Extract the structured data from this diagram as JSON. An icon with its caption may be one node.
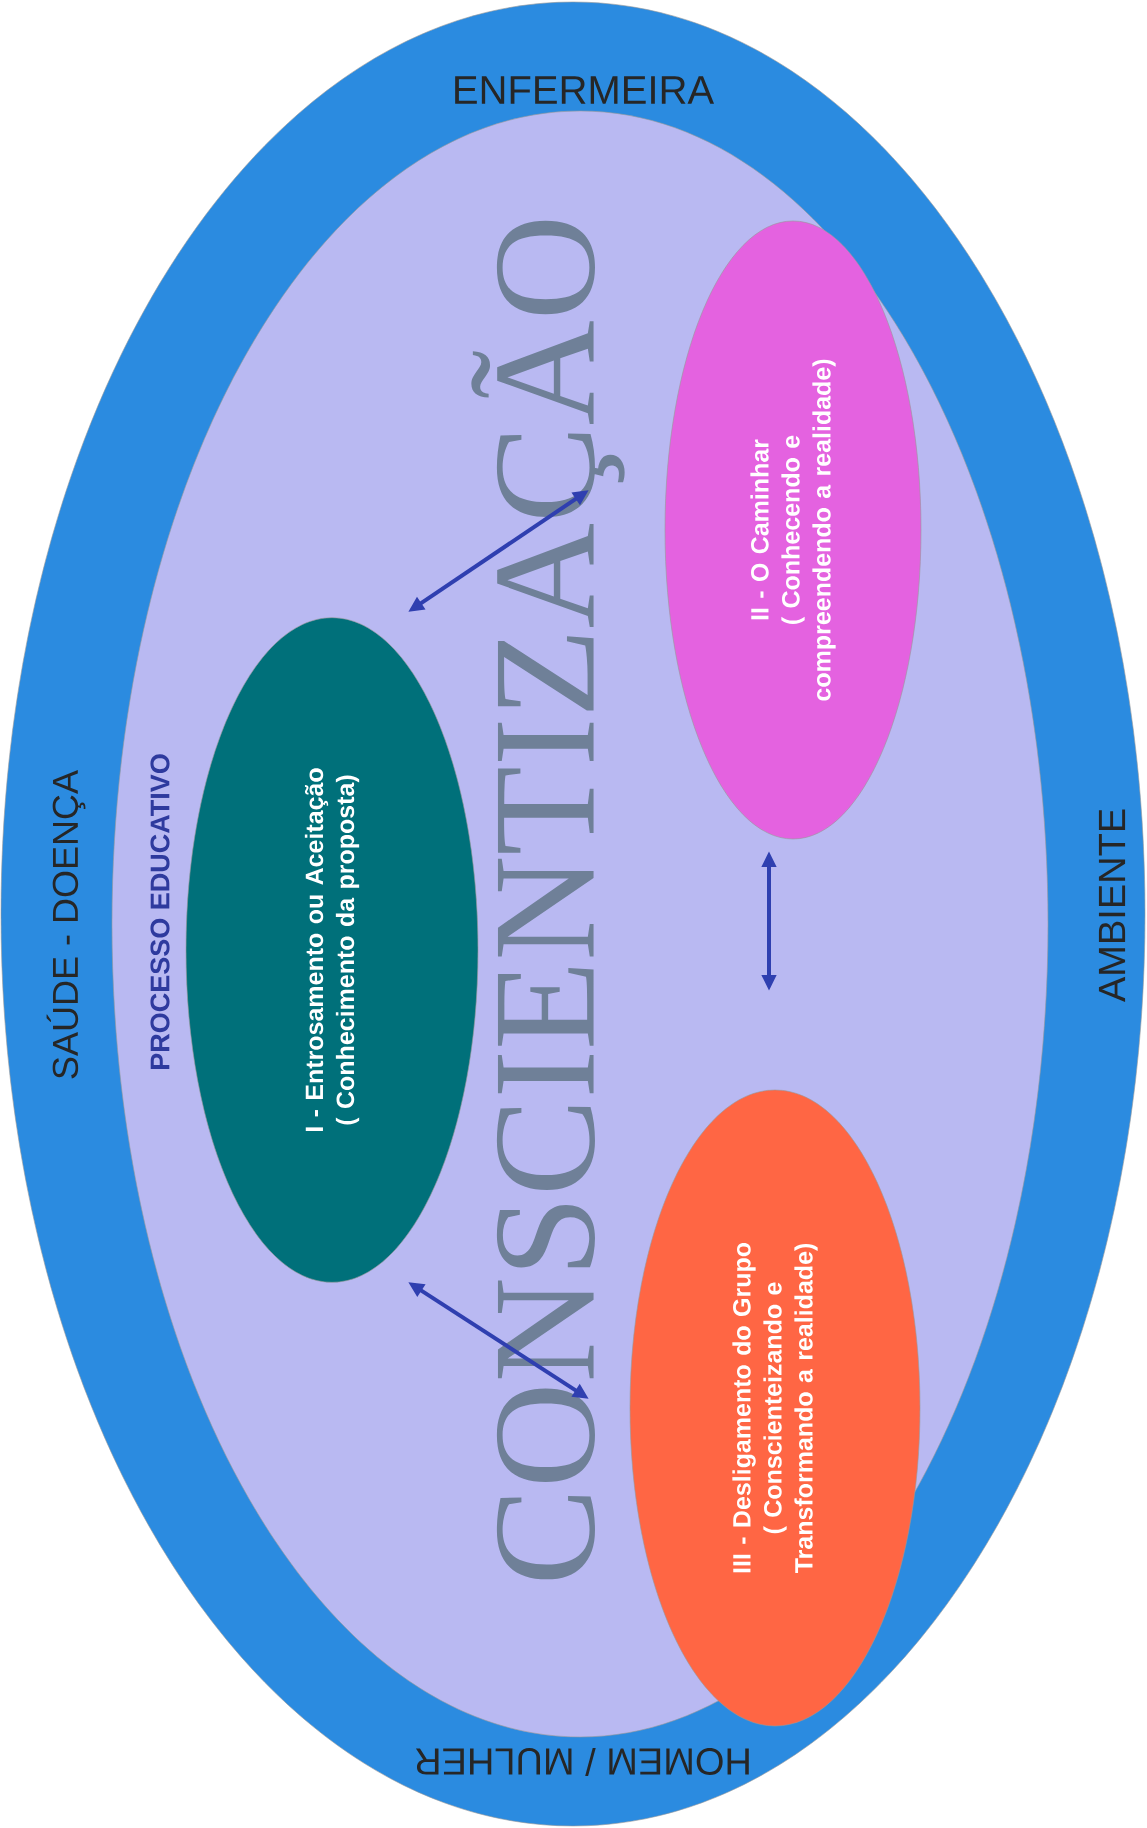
{
  "diagram": {
    "nodes": [
      {
        "text": [
          "ENFERMEIRA",
          "SAÚDE - DOENÇA",
          "AMBIENTE",
          "HOMEM / MULHER"
        ]
      },
      {
        "text": [
          "PROCESSO EDUCATIVO",
          "CONSCIENTIZAÇÃO"
        ],
        "in": 0
      },
      {
        "text": [
          "I - Entrosamento ou Aceitação ( Conhecimento da proposta)"
        ],
        "in": 1
      },
      {
        "text": [
          "II - O Caminhar ( Conhecendo e compreendendo a realidade)"
        ],
        "in": 1
      },
      {
        "text": [
          "III - Desligamento do Grupo ( Conscienteizando e Transformando a realidade)"
        ],
        "in": 1
      }
    ],
    "edges": [
      {
        "from": 2,
        "to": 3,
        "arrow": "both"
      },
      {
        "from": 3,
        "to": 4,
        "arrow": "both"
      },
      {
        "from": 4,
        "to": 2,
        "arrow": "both"
      }
    ]
  }
}
